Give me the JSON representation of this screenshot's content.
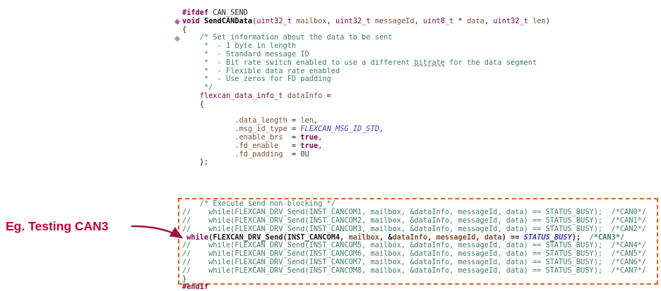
{
  "annotation": {
    "label": "Eg. Testing CAN3"
  },
  "colors": {
    "annotation_red": "#C40233",
    "arrow_crimson": "#A41142",
    "box_border_orange": "#E0601A",
    "comment_green": "#3F7F5F",
    "keyword_maroon": "#7F0055",
    "macro_blue": "#3F3FBF",
    "identifier_brown": "#7B5233"
  },
  "code": {
    "lines": [
      {
        "name": "code-line-ifdef",
        "tokens": [
          {
            "t": "pre",
            "s": "#ifdef"
          },
          {
            "t": "plain",
            "s": " CAN_SEND"
          }
        ]
      },
      {
        "name": "code-line-function-signature",
        "tokens": [
          {
            "t": "kw",
            "s": "void"
          },
          {
            "t": "plain",
            "s": " "
          },
          {
            "t": "fn",
            "s": "SendCANData"
          },
          {
            "t": "plain",
            "s": "("
          },
          {
            "t": "type",
            "s": "uint32_t"
          },
          {
            "t": "plain",
            "s": " "
          },
          {
            "t": "id",
            "s": "mailbox"
          },
          {
            "t": "plain",
            "s": ", "
          },
          {
            "t": "type",
            "s": "uint32_t"
          },
          {
            "t": "plain",
            "s": " "
          },
          {
            "t": "id",
            "s": "messageId"
          },
          {
            "t": "plain",
            "s": ", "
          },
          {
            "t": "type",
            "s": "uint8_t"
          },
          {
            "t": "plain",
            "s": " * "
          },
          {
            "t": "id",
            "s": "data"
          },
          {
            "t": "plain",
            "s": ", "
          },
          {
            "t": "type",
            "s": "uint32_t"
          },
          {
            "t": "plain",
            "s": " "
          },
          {
            "t": "id",
            "s": "len"
          },
          {
            "t": "plain",
            "s": ")"
          }
        ]
      },
      {
        "tokens": [
          {
            "t": "plain",
            "s": "{"
          }
        ]
      },
      {
        "tokens": [
          {
            "t": "cm",
            "s": "    /* Set information about the data to be sent"
          }
        ]
      },
      {
        "tokens": [
          {
            "t": "cm",
            "s": "     *  - 1 byte in length"
          }
        ]
      },
      {
        "tokens": [
          {
            "t": "cm",
            "s": "     *  - Standard message ID"
          }
        ]
      },
      {
        "tokens": [
          {
            "t": "cm",
            "s": "     *  - Bit rate switch enabled to use a different "
          },
          {
            "t": "cm-u",
            "s": "bitrate"
          },
          {
            "t": "cm",
            "s": " for the data segment"
          }
        ]
      },
      {
        "tokens": [
          {
            "t": "cm",
            "s": "     *  - Flexible data rate enabled"
          }
        ]
      },
      {
        "tokens": [
          {
            "t": "cm",
            "s": "     *  - Use zeros for FD padding"
          }
        ]
      },
      {
        "tokens": [
          {
            "t": "cm",
            "s": "     */"
          }
        ]
      },
      {
        "tokens": [
          {
            "t": "plain",
            "s": "    "
          },
          {
            "t": "type",
            "s": "flexcan_data_info_t"
          },
          {
            "t": "plain",
            "s": " "
          },
          {
            "t": "id",
            "s": "dataInfo"
          },
          {
            "t": "plain",
            "s": " ="
          }
        ]
      },
      {
        "tokens": [
          {
            "t": "plain",
            "s": "    {"
          }
        ]
      },
      {
        "tokens": []
      },
      {
        "tokens": [
          {
            "t": "plain",
            "s": "            "
          },
          {
            "t": "id",
            "s": ".data_length"
          },
          {
            "t": "plain",
            "s": " = "
          },
          {
            "t": "id",
            "s": "len"
          },
          {
            "t": "plain",
            "s": ","
          }
        ]
      },
      {
        "tokens": [
          {
            "t": "plain",
            "s": "            "
          },
          {
            "t": "id",
            "s": ".msg_id_type"
          },
          {
            "t": "plain",
            "s": " = "
          },
          {
            "t": "mac",
            "s": "FLEXCAN_MSG_ID_STD"
          },
          {
            "t": "plain",
            "s": ","
          }
        ]
      },
      {
        "tokens": [
          {
            "t": "plain",
            "s": "            "
          },
          {
            "t": "id",
            "s": ".enable_brs"
          },
          {
            "t": "plain",
            "s": "  = "
          },
          {
            "t": "kw",
            "s": "true"
          },
          {
            "t": "plain",
            "s": ","
          }
        ]
      },
      {
        "tokens": [
          {
            "t": "plain",
            "s": "            "
          },
          {
            "t": "id",
            "s": ".fd_enable"
          },
          {
            "t": "plain",
            "s": "   = "
          },
          {
            "t": "kw",
            "s": "true"
          },
          {
            "t": "plain",
            "s": ","
          }
        ]
      },
      {
        "tokens": [
          {
            "t": "plain",
            "s": "            "
          },
          {
            "t": "id",
            "s": ".fd_padding"
          },
          {
            "t": "plain",
            "s": "  = "
          },
          {
            "t": "num",
            "s": "0U"
          }
        ]
      },
      {
        "tokens": [
          {
            "t": "plain",
            "s": "    };"
          }
        ]
      },
      {
        "tokens": []
      },
      {
        "tokens": []
      },
      {
        "tokens": []
      },
      {
        "tokens": []
      },
      {
        "tokens": [
          {
            "t": "cm",
            "s": "    /* Execute send non-blocking */"
          }
        ]
      },
      {
        "tokens": [
          {
            "t": "cm",
            "s": "//    while(FLEXCAN_DRV_Send(INST_CANCOM1, mailbox, &dataInfo, messageId, data) == STATUS_BUSY);  /*CAN0*/"
          }
        ]
      },
      {
        "tokens": [
          {
            "t": "cm",
            "s": "//    while(FLEXCAN_DRV_Send(INST_CANCOM2, mailbox, &dataInfo, messageId, data) == STATUS_BUSY);  /*CAN1*/"
          }
        ]
      },
      {
        "tokens": [
          {
            "t": "cm",
            "s": "//    while(FLEXCAN_DRV_Send(INST_CANCOM3, mailbox, &dataInfo, messageId, data) == STATUS_BUSY);  /*CAN2*/"
          }
        ]
      },
      {
        "name": "code-line-can3-active",
        "bold": true,
        "tokens": [
          {
            "t": "plain",
            "s": " "
          },
          {
            "t": "kw",
            "s": "while"
          },
          {
            "t": "plain",
            "s": "(FLEXCAN_DRV_Send(INST_CANCOM4, "
          },
          {
            "t": "id",
            "s": "mailbox"
          },
          {
            "t": "plain",
            "s": ", &"
          },
          {
            "t": "id",
            "s": "dataInfo"
          },
          {
            "t": "plain",
            "s": ", "
          },
          {
            "t": "id",
            "s": "messageId"
          },
          {
            "t": "plain",
            "s": ", "
          },
          {
            "t": "id",
            "s": "data"
          },
          {
            "t": "plain",
            "s": ") == "
          },
          {
            "t": "mac",
            "s": "STATUS_BUSY"
          },
          {
            "t": "plain",
            "s": ");  "
          },
          {
            "t": "cm",
            "s": "/*CAN3*/"
          }
        ]
      },
      {
        "tokens": [
          {
            "t": "cm",
            "s": "//    while(FLEXCAN_DRV_Send(INST_CANCOM5, mailbox, &dataInfo, messageId, data) == STATUS_BUSY);  /*CAN4*/"
          }
        ]
      },
      {
        "tokens": [
          {
            "t": "cm",
            "s": "//    while(FLEXCAN_DRV_Send(INST_CANCOM6, mailbox, &dataInfo, messageId, data) == STATUS_BUSY);  /*CAN5*/"
          }
        ]
      },
      {
        "tokens": [
          {
            "t": "cm",
            "s": "//    while(FLEXCAN_DRV_Send(INST_CANCOM7, mailbox, &dataInfo, messageId, data) == STATUS_BUSY);  /*CAN6*/"
          }
        ]
      },
      {
        "tokens": [
          {
            "t": "cm",
            "s": "//    while(FLEXCAN_DRV_Send(INST_CANCOM8, mailbox, &dataInfo, messageId, data) == STATUS_BUSY);  /*CAN7*/"
          }
        ]
      },
      {
        "tokens": [
          {
            "t": "plain",
            "s": "}"
          }
        ]
      },
      {
        "name": "code-line-endif",
        "tokens": [
          {
            "t": "pre",
            "s": "#endif"
          }
        ]
      }
    ]
  }
}
